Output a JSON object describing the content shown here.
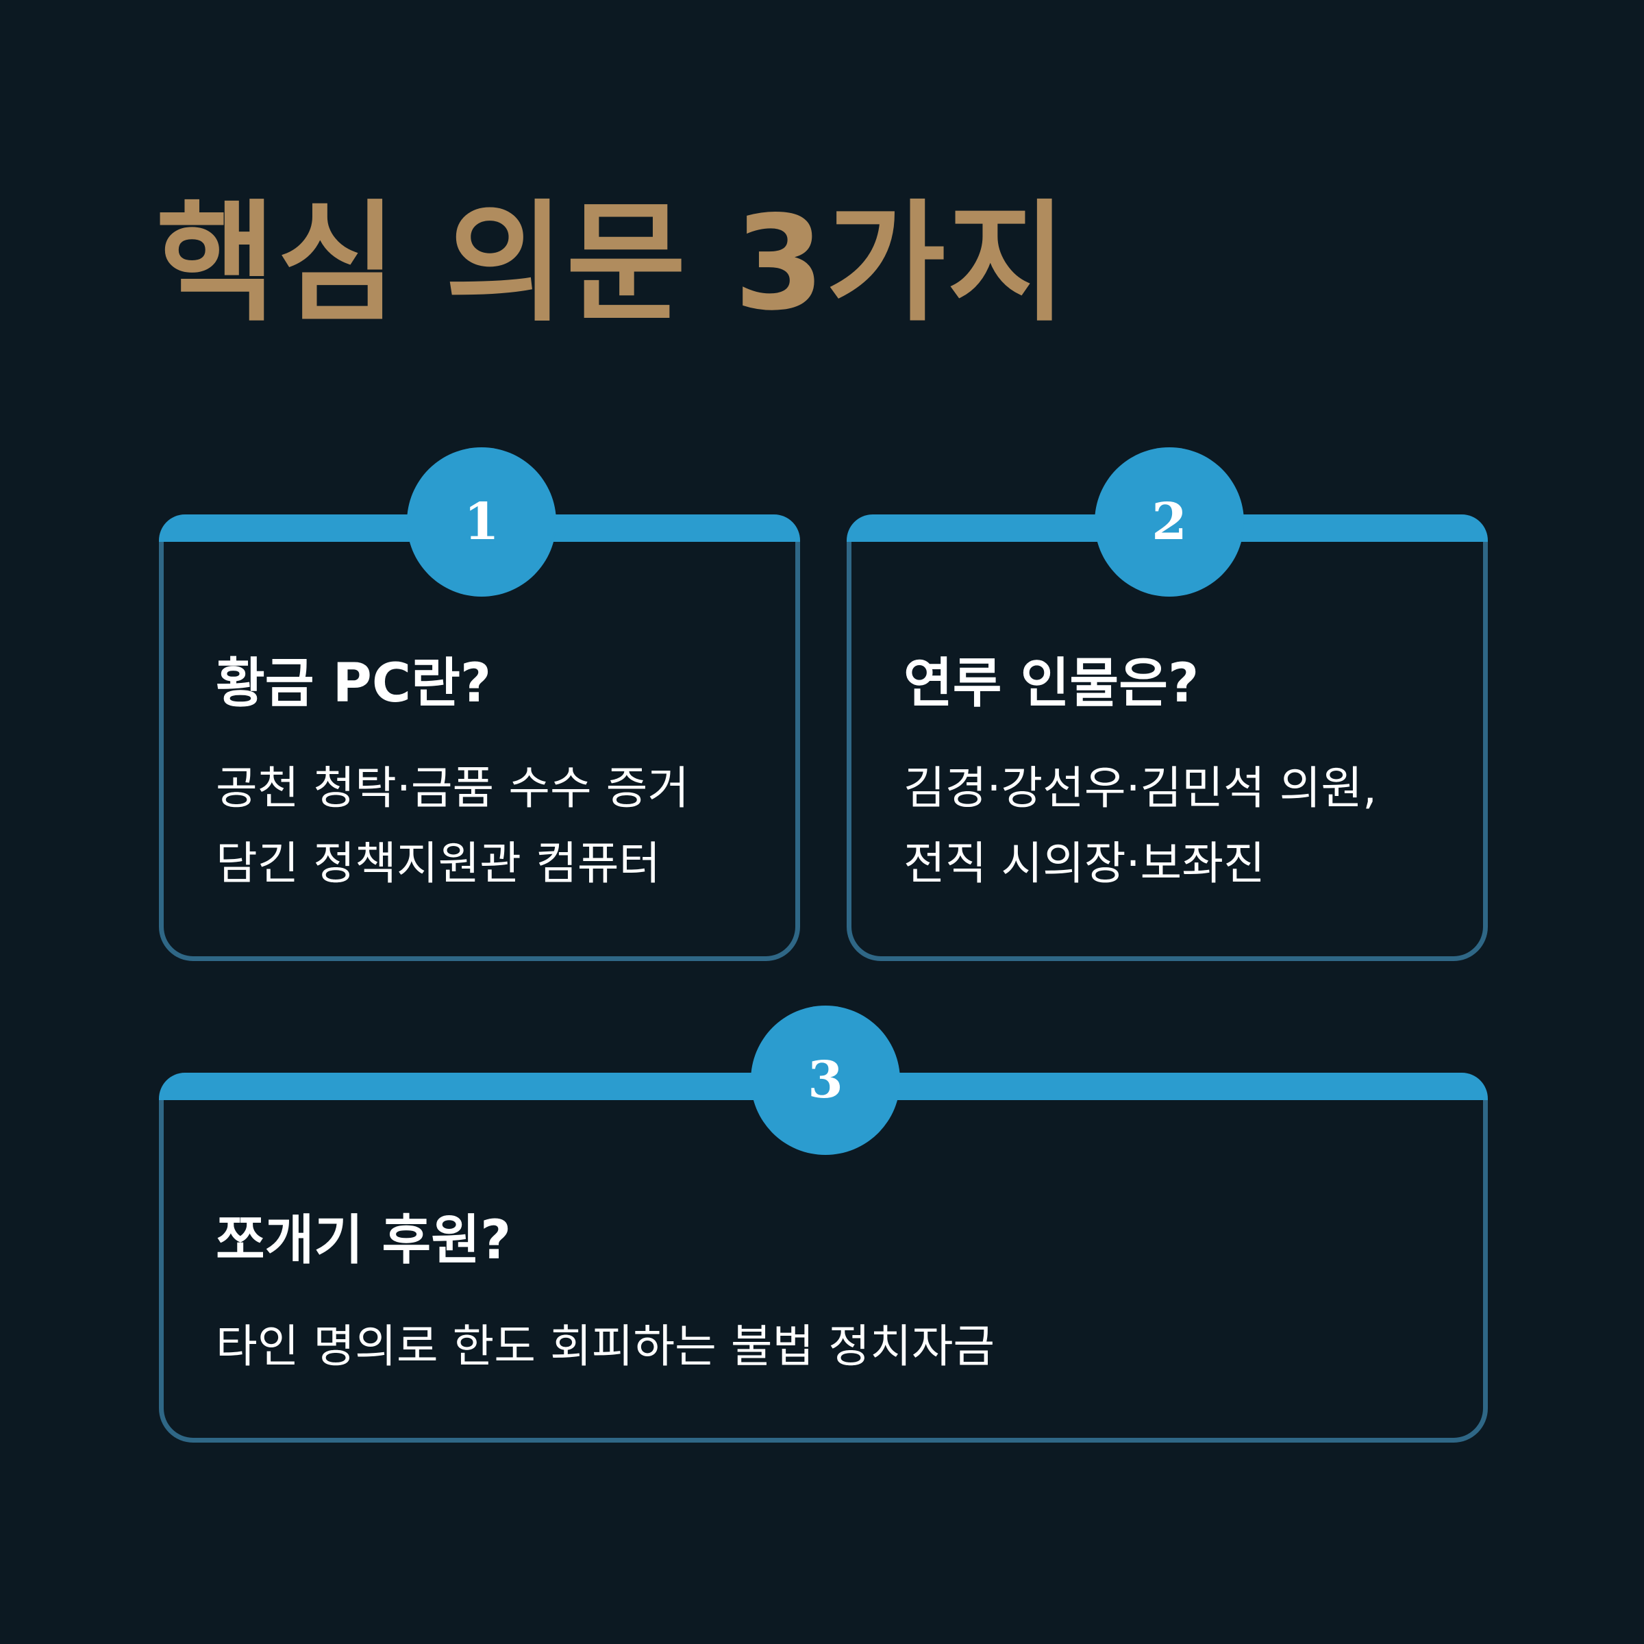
{
  "title": "핵심 의문 3가지",
  "colors": {
    "background": "#0c1922",
    "title": "#b08c5e",
    "accent": "#2b9ccf",
    "card_border": "#2f6786",
    "text": "#ffffff"
  },
  "cards": [
    {
      "number": "1",
      "title": "황금 PC란?",
      "lines": [
        "공천 청탁·금품 수수 증거",
        "담긴 정책지원관 컴퓨터"
      ]
    },
    {
      "number": "2",
      "title": "연루 인물은?",
      "lines": [
        "김경·강선우·김민석 의원,",
        "전직 시의장·보좌진"
      ]
    },
    {
      "number": "3",
      "title": "쪼개기 후원?",
      "lines": [
        "타인 명의로 한도 회피하는 불법 정치자금"
      ]
    }
  ]
}
